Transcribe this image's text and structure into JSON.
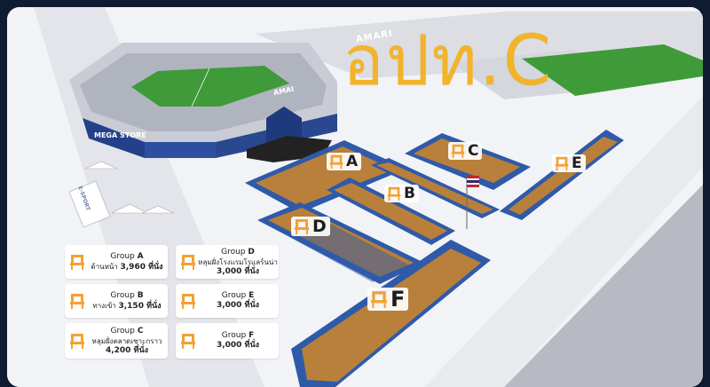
{
  "title": "อปท.C",
  "map_labels": {
    "amari_top": "AMARI",
    "amari_stadium": "AMAI",
    "mega_store": "MEGA STORE",
    "esport": "E-SPORT"
  },
  "zones": [
    {
      "letter": "A"
    },
    {
      "letter": "B"
    },
    {
      "letter": "C"
    },
    {
      "letter": "D"
    },
    {
      "letter": "E"
    },
    {
      "letter": "F"
    }
  ],
  "legend": [
    {
      "group_prefix": "Group",
      "group_letter": "A",
      "desc": "ด้านหน้า",
      "count": "3,960 ที่นั่ง"
    },
    {
      "group_prefix": "Group",
      "group_letter": "B",
      "desc": "ทางเข้า",
      "count": "3,150 ที่นั่ง"
    },
    {
      "group_prefix": "Group",
      "group_letter": "C",
      "desc": "หลุมฝั่งตลาดเซาะกราว",
      "count": "4,200 ที่นั่ง"
    },
    {
      "group_prefix": "Group",
      "group_letter": "D",
      "desc": "หลุมฝั่งโรงแรมโรแลร์นน่า",
      "count": "3,000 ที่นั่ง"
    },
    {
      "group_prefix": "Group",
      "group_letter": "E",
      "desc": "",
      "count": "3,000 ที่นั่ง"
    },
    {
      "group_prefix": "Group",
      "group_letter": "F",
      "desc": "",
      "count": "3,000 ที่นั่ง"
    }
  ],
  "colors": {
    "title": "#f3b32a",
    "chair": "#f2a233",
    "seating_block": "#2f5aa8",
    "seat_tile": "#c8842f",
    "stadium_roof": "#c9ccd4",
    "stadium_wall": "#24408a",
    "pitch": "#3f9a3a",
    "road": "#b9bcc4"
  },
  "icons": {
    "seat": "chair-icon",
    "flag": "flag-icon"
  }
}
